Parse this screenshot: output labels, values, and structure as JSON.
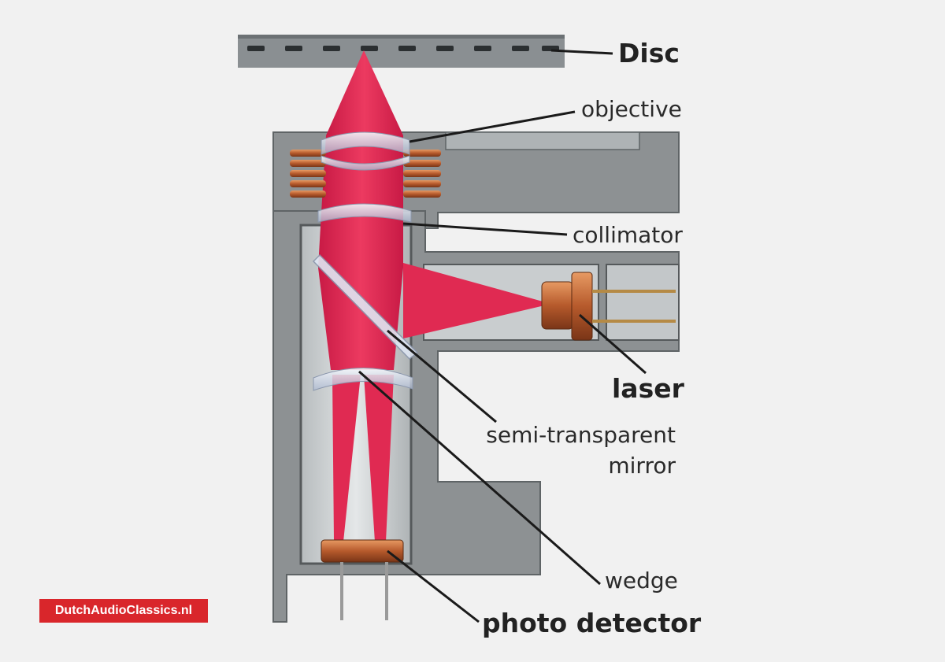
{
  "labels": {
    "disc": "Disc",
    "objective": "objective",
    "collimator": "collimator",
    "laser": "laser",
    "mirror_line1": "semi-transparent",
    "mirror_line2": "mirror",
    "wedge": "wedge",
    "photo_detector": "photo detector"
  },
  "watermark": "DutchAudioClassics.nl",
  "colors": {
    "background": "#f1f1f1",
    "housing": "#8d9193",
    "housing_dark": "#5f6466",
    "cavity": "#cdd1d3",
    "beam": "#e0264e",
    "lens": "#dfe6f2",
    "copper": "#c0693a",
    "leader_line": "#1a1a1a",
    "watermark_bg": "#d9262b"
  }
}
